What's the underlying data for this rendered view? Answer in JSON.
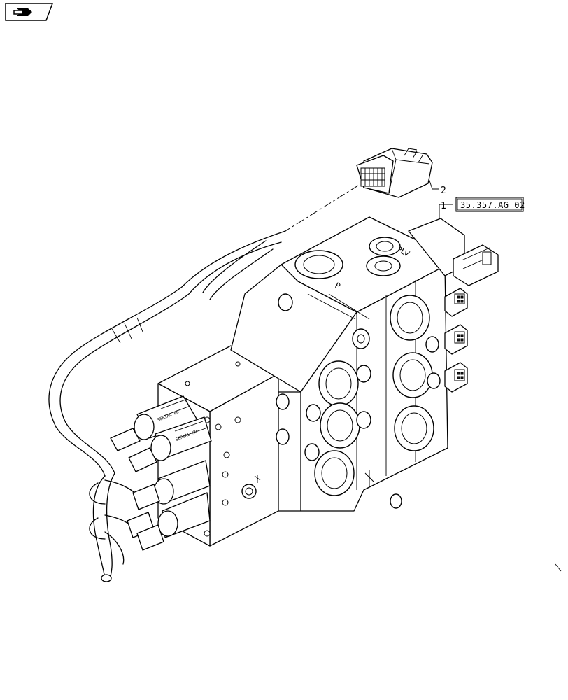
{
  "nav": {
    "icon": "next-page-arrow-icon"
  },
  "callouts": [
    {
      "number": "2",
      "part": "connector"
    },
    {
      "number": "1",
      "part": "control-valve-assembly",
      "reference": "35.357.AG 02"
    }
  ],
  "casting_marks": {
    "top_face": "PLV",
    "port_mark": "P"
  },
  "solenoid_labels": [
    "SERIAL NO",
    "SERIAL NO"
  ],
  "colors": {
    "line": "#000000",
    "background": "#ffffff"
  }
}
